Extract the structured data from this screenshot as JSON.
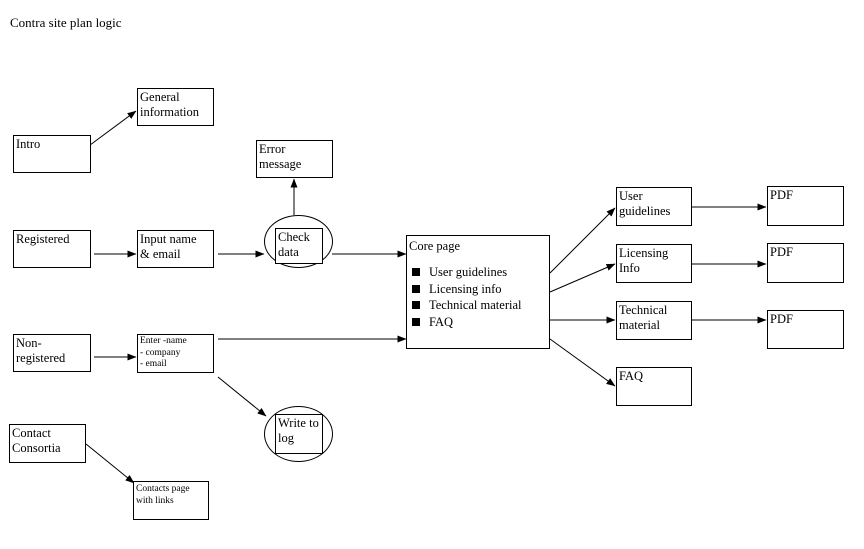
{
  "title": "Contra site plan logic",
  "nodes": {
    "intro": "Intro",
    "general_information": [
      "General",
      "information"
    ],
    "registered": "Registered",
    "input_name_email": [
      "Input name",
      "& email"
    ],
    "check_data": [
      "Check",
      "data"
    ],
    "error_message": [
      "Error",
      "message"
    ],
    "non_registered": [
      "Non-",
      "registered"
    ],
    "enter_details": [
      "Enter  -name",
      "- company",
      "- email"
    ],
    "write_to_log": [
      "Write",
      "to log"
    ],
    "contact_consortia": [
      "Contact",
      "Consortia"
    ],
    "contacts_page": [
      "Contacts page",
      "with links"
    ],
    "core_page": {
      "title": "Core page",
      "items": [
        "User guidelines",
        "Licensing info",
        "Technical material",
        "FAQ"
      ]
    },
    "user_guidelines": [
      "User",
      "guidelines"
    ],
    "licensing_info": [
      "Licensing",
      "Info"
    ],
    "technical_material": [
      "Technical",
      "material"
    ],
    "faq": "FAQ",
    "pdf_1": "PDF",
    "pdf_2": "PDF",
    "pdf_3": "PDF"
  }
}
